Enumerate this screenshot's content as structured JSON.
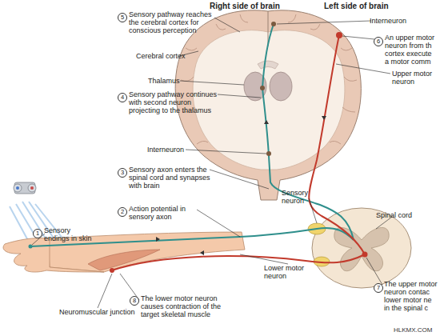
{
  "diagram": {
    "labels": [
      "Right side of brain",
      "Left side of brain",
      "5",
      "Sensory pathway reaches the cerebral cortex for conscious perception",
      "Interneuron",
      "6",
      "An upper motor neuron from th cortex execute a motor comm",
      "Cerebral cortex",
      "Upper motor neuron",
      "Thalamus",
      "4",
      "Sensory pathway continues with second neuron projecting to the thalamus",
      "Interneuron",
      "3",
      "Sensory axon enters the spinal cord and synapses with brain",
      "Sensory neuron",
      "2",
      "Action potential in sensory axon",
      "Spinal cord",
      "1",
      "Sensory endings in skin",
      "Lower motor neuron",
      "7",
      "The upper motor neuron contac lower motor ne in the spinal c",
      "Neuromuscular junction",
      "8",
      "The lower motor neuron causes contraction of the target skeletal muscle",
      "HLKMX.COM"
    ]
  }
}
